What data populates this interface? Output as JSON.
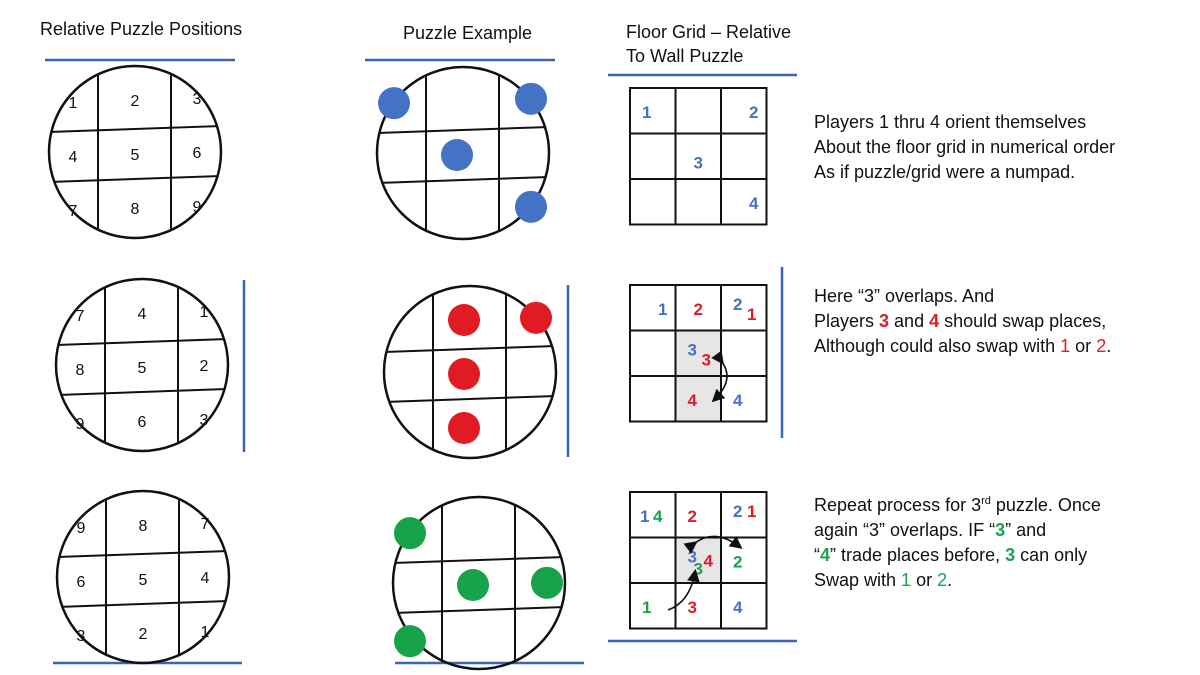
{
  "colors": {
    "blue": "#4472c4",
    "red": "#e01b24",
    "green": "#16a34a",
    "line": "#3a64b8",
    "shade": "#e6e6e6",
    "ink": "#111111"
  },
  "headers": {
    "col1": "Relative Puzzle Positions",
    "col2": "Puzzle Example",
    "col3_line1": "Floor Grid – Relative",
    "col3_line2": "To Wall Puzzle"
  },
  "puzzles": [
    {
      "numbers": [
        "1",
        "2",
        "3",
        "4",
        "5",
        "6",
        "7",
        "8",
        "9"
      ]
    },
    {
      "numbers": [
        "7",
        "4",
        "1",
        "8",
        "5",
        "2",
        "9",
        "6",
        "3"
      ]
    },
    {
      "numbers": [
        "9",
        "8",
        "7",
        "6",
        "5",
        "4",
        "3",
        "2",
        "1"
      ]
    }
  ],
  "examples": [
    {
      "color": "blue",
      "dot_cells": [
        0,
        2,
        4,
        8
      ]
    },
    {
      "color": "red",
      "dot_cells": [
        1,
        2,
        4,
        7
      ]
    },
    {
      "color": "green",
      "dot_cells": [
        0,
        4,
        5,
        6
      ]
    }
  ],
  "grids": [
    {
      "shaded_cells": [],
      "labels": [
        {
          "text": "1",
          "color": "blue",
          "cell": 0,
          "pos": "left"
        },
        {
          "text": "2",
          "color": "blue",
          "cell": 2,
          "pos": "right"
        },
        {
          "text": "3",
          "color": "blue",
          "cell": 4,
          "pos": "low"
        },
        {
          "text": "4",
          "color": "blue",
          "cell": 8,
          "pos": "right"
        }
      ]
    },
    {
      "shaded_cells": [
        4,
        7
      ],
      "labels": [
        {
          "text": "1",
          "color": "blue",
          "cell": 0,
          "pos": "right"
        },
        {
          "text": "2",
          "color": "red",
          "cell": 1,
          "pos": "mid"
        },
        {
          "text": "2",
          "color": "blue",
          "cell": 2,
          "pos": "ul"
        },
        {
          "text": "1",
          "color": "red",
          "cell": 2,
          "pos": "lr"
        },
        {
          "text": "3",
          "color": "blue",
          "cell": 4,
          "pos": "ul"
        },
        {
          "text": "3",
          "color": "red",
          "cell": 4,
          "pos": "lr"
        },
        {
          "text": "4",
          "color": "red",
          "cell": 7,
          "pos": "left"
        },
        {
          "text": "4",
          "color": "blue",
          "cell": 8,
          "pos": "left"
        }
      ]
    },
    {
      "shaded_cells": [
        4
      ],
      "labels": [
        {
          "text": "1",
          "color": "blue",
          "cell": 0,
          "pos": "pairL"
        },
        {
          "text": "4",
          "color": "green",
          "cell": 0,
          "pos": "pairR"
        },
        {
          "text": "2",
          "color": "red",
          "cell": 1,
          "pos": "left"
        },
        {
          "text": "2",
          "color": "blue",
          "cell": 2,
          "pos": "ul"
        },
        {
          "text": "1",
          "color": "red",
          "cell": 2,
          "pos": "ur2"
        },
        {
          "text": "3",
          "color": "blue",
          "cell": 4,
          "pos": "ul"
        },
        {
          "text": "3",
          "color": "green",
          "cell": 4,
          "pos": "ll"
        },
        {
          "text": "4",
          "color": "red",
          "cell": 4,
          "pos": "mr"
        },
        {
          "text": "2",
          "color": "green",
          "cell": 5,
          "pos": "left"
        },
        {
          "text": "1",
          "color": "green",
          "cell": 6,
          "pos": "left"
        },
        {
          "text": "3",
          "color": "red",
          "cell": 7,
          "pos": "left"
        },
        {
          "text": "4",
          "color": "blue",
          "cell": 8,
          "pos": "left"
        }
      ]
    }
  ],
  "descriptions": [
    {
      "lines": [
        [
          {
            "t": "Players 1 thru 4 orient themselves"
          }
        ],
        [
          {
            "t": "About the floor grid in numerical order"
          }
        ],
        [
          {
            "t": "As if puzzle/grid were a numpad."
          }
        ]
      ]
    },
    {
      "lines": [
        [
          {
            "t": "Here “3” overlaps.  And"
          }
        ],
        [
          {
            "t": "Players "
          },
          {
            "t": "3",
            "c": "red",
            "b": true
          },
          {
            "t": " and "
          },
          {
            "t": "4",
            "c": "red",
            "b": true
          },
          {
            "t": " should swap places,"
          }
        ],
        [
          {
            "t": "Although could also swap with "
          },
          {
            "t": "1",
            "c": "red"
          },
          {
            "t": " or "
          },
          {
            "t": "2",
            "c": "red"
          },
          {
            "t": "."
          }
        ]
      ]
    },
    {
      "lines": [
        [
          {
            "t": "Repeat process for 3"
          },
          {
            "t": "rd",
            "sup": true
          },
          {
            "t": " puzzle. Once"
          }
        ],
        [
          {
            "t": "again “3” overlaps.  IF “"
          },
          {
            "t": "3",
            "c": "green",
            "b": true
          },
          {
            "t": "” and"
          }
        ],
        [
          {
            "t": "“"
          },
          {
            "t": "4",
            "c": "green",
            "b": true
          },
          {
            "t": "” trade places before, "
          },
          {
            "t": "3",
            "c": "green",
            "b": true
          },
          {
            "t": " can only"
          }
        ],
        [
          {
            "t": "Swap with "
          },
          {
            "t": "1",
            "c": "green"
          },
          {
            "t": " or "
          },
          {
            "t": "2",
            "c": "green"
          },
          {
            "t": "."
          }
        ]
      ]
    }
  ]
}
